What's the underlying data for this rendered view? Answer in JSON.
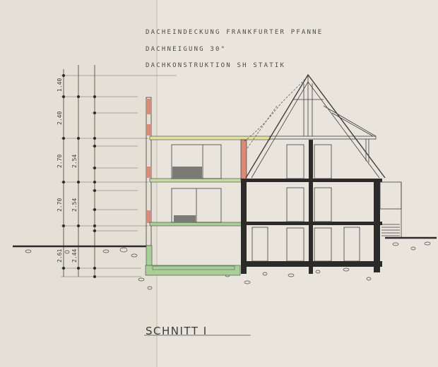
{
  "notes": {
    "roof_covering": "DACHEINDECKUNG   FRANKFURTER PFANNE",
    "roof_pitch": "DACHNEIGUNG    30°",
    "roof_structure": "DACHKONSTRUKTION  SH STATIK"
  },
  "dimensions": {
    "outer_chain": [
      "1.40",
      "2.40",
      "2.70",
      "2.70",
      "2.61"
    ],
    "inner_chain": [
      "2.54",
      "2.54",
      "2.44"
    ]
  },
  "section_title": "SCHNITT I",
  "colors": {
    "paper": "#e9e5dc",
    "ink": "#2b2b2a",
    "wall_red": "#d98b7a",
    "slab_yellow": "#dfe39a",
    "ground_green": "#a8cf98"
  }
}
